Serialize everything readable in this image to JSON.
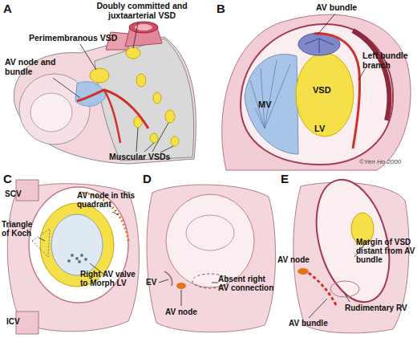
{
  "diagram": {
    "labels": [
      "A",
      "Doubly committed and juxtaarterial VSD",
      "Perimembranous VSD",
      "AV node and bundle",
      "Muscular VSDs",
      "B",
      "AV bundle",
      "Left bundle branch",
      "MV",
      "VSD",
      "LV",
      "©Yen Ho 2000",
      "C",
      "SCV",
      "AV node in this quadrant",
      "Triangle of Koch",
      "ICV",
      "Right AV valve to Morph LV",
      "D",
      "EV",
      "AV node",
      "Absent right AV connection",
      "E",
      "AV node",
      "Margin of VSD distant from AV bundle",
      "AV bundle",
      "Rudimentary RV"
    ]
  }
}
